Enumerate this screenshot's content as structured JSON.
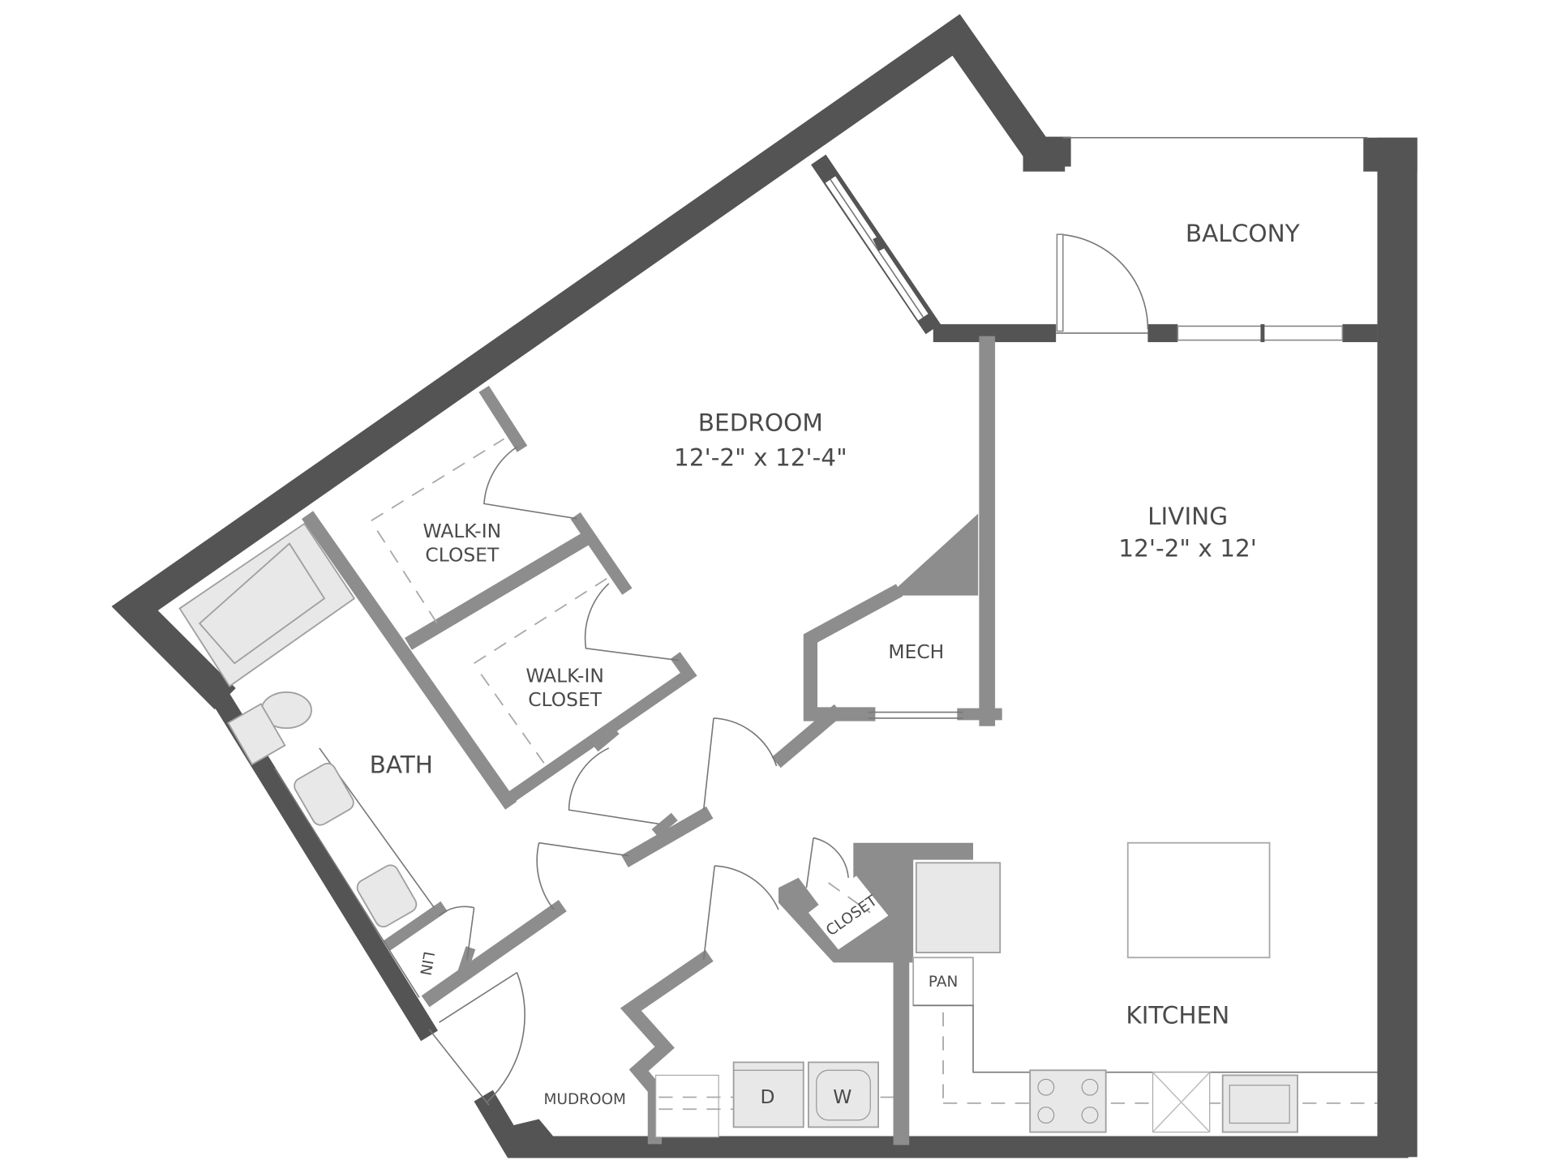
{
  "plan": {
    "rooms": {
      "balcony": {
        "name": "BALCONY"
      },
      "bedroom": {
        "name": "BEDROOM",
        "dims": "12'-2\" x 12'-4\""
      },
      "living": {
        "name": "LIVING",
        "dims": "12'-2\" x 12'"
      },
      "walkin1": {
        "line1": "WALK-IN",
        "line2": "CLOSET"
      },
      "walkin2": {
        "line1": "WALK-IN",
        "line2": "CLOSET"
      },
      "mech": {
        "name": "MECH"
      },
      "bath": {
        "name": "BATH"
      },
      "closet": {
        "name": "CLOSET"
      },
      "linen": {
        "name": "LIN"
      },
      "pantry": {
        "name": "PAN"
      },
      "kitchen": {
        "name": "KITCHEN"
      },
      "mudroom": {
        "name": "MUDROOM"
      }
    },
    "appliances": {
      "dryer": "D",
      "washer": "W"
    },
    "colors": {
      "exterior_wall": "#545454",
      "interior_wall": "#8d8d8d",
      "fixture": "#e8e8e8",
      "text": "#4a4a4a"
    }
  }
}
